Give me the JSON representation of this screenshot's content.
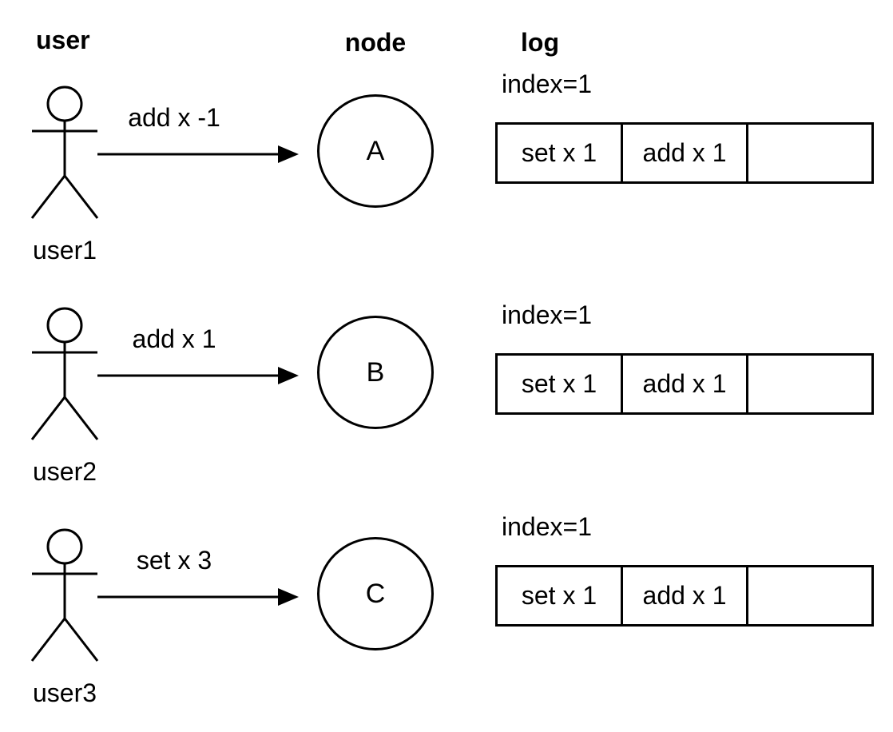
{
  "headers": {
    "user": "user",
    "node": "node",
    "log": "log"
  },
  "rows": [
    {
      "user_label": "user1",
      "message": "add x -1",
      "node_label": "A",
      "log_index": "index=1",
      "log_cells": [
        "set x 1",
        "add x 1",
        ""
      ]
    },
    {
      "user_label": "user2",
      "message": "add x 1",
      "node_label": "B",
      "log_index": "index=1",
      "log_cells": [
        "set x 1",
        "add x 1",
        ""
      ]
    },
    {
      "user_label": "user3",
      "message": "set x 3",
      "node_label": "C",
      "log_index": "index=1",
      "log_cells": [
        "set x 1",
        "add x 1",
        ""
      ]
    }
  ],
  "colors": {
    "ink": "#000000",
    "background": "#ffffff"
  }
}
